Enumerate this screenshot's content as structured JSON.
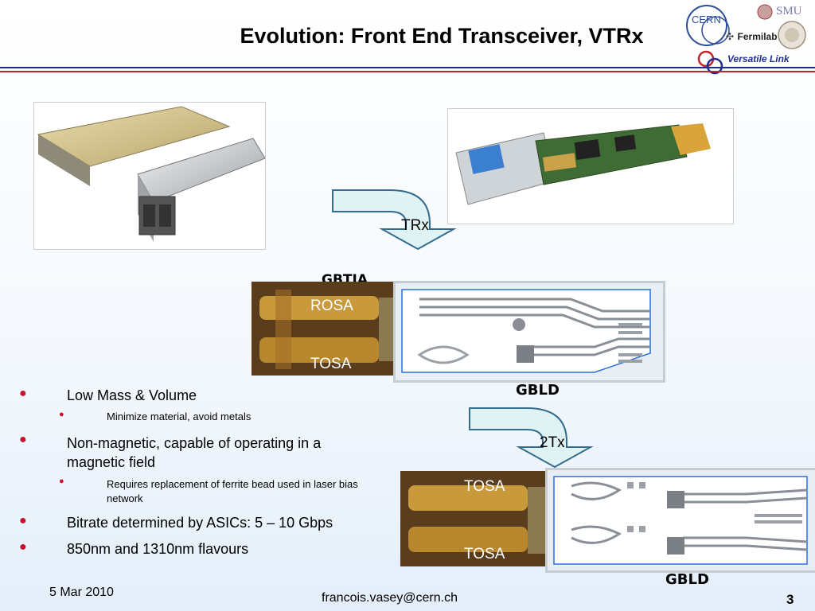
{
  "slide": {
    "title": "Evolution: Front End Transceiver,  VTRx",
    "logos": {
      "cern": "CERN",
      "smu": "SMU",
      "fermilab": "Fermilab",
      "versatile_link": "Versatile Link"
    },
    "labels": {
      "trx": "TRx",
      "gbtia": "GBTIA",
      "rosa": "ROSA",
      "tosa_1": "TOSA",
      "gbld_1": "GBLD",
      "tx2": "2Tx",
      "tosa_2": "TOSA",
      "tosa_3": "TOSA",
      "gbld_2": "GBLD"
    },
    "bullets": [
      {
        "text": "Low Mass & Volume"
      },
      {
        "text": "Minimize material, avoid metals"
      },
      {
        "text": "Non-magnetic, capable of operating in a magnetic field"
      },
      {
        "text": "Requires replacement of ferrite bead used in laser bias network"
      },
      {
        "text": "Bitrate determined by ASICs: 5 – 10 Gbps"
      },
      {
        "text": "850nm and 1310nm flavours"
      }
    ],
    "footer": {
      "date": "5 Mar 2010",
      "email": "francois.vasey@cern.ch",
      "page": "3"
    },
    "colors": {
      "navy": "#1f2f8a",
      "red": "#c0262c",
      "arrow_fill": "#dff3f5",
      "arrow_stroke": "#356b8c"
    }
  }
}
